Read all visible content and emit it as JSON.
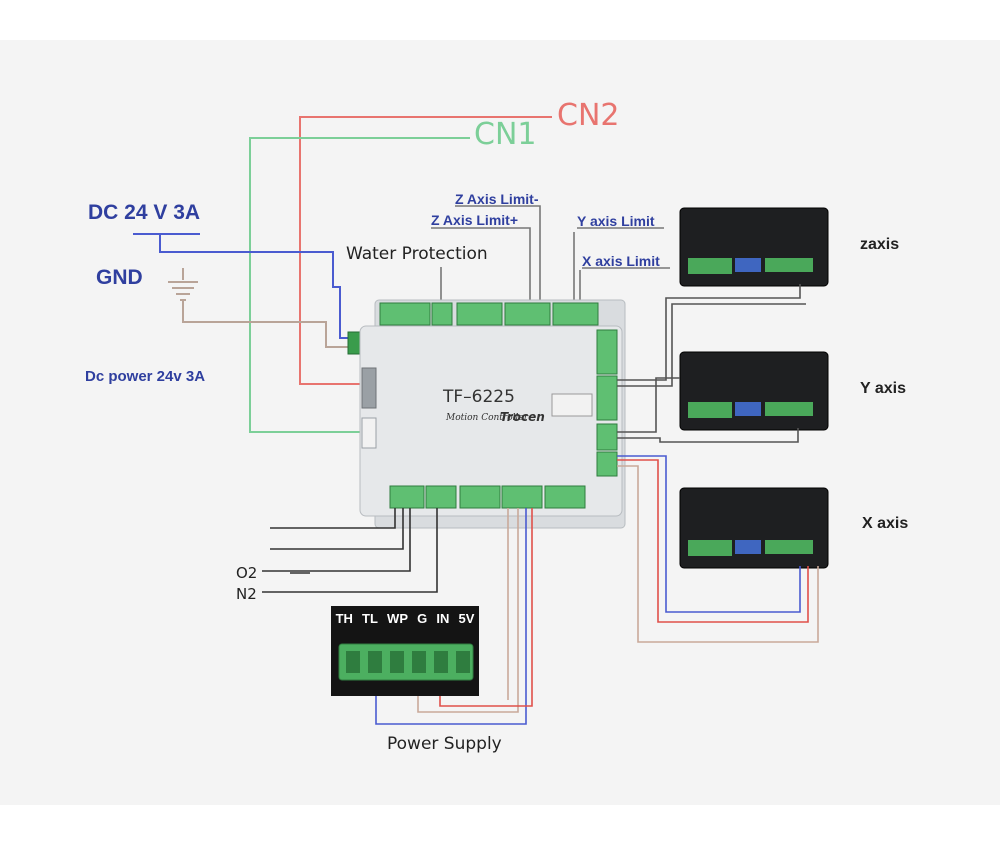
{
  "labels": {
    "cn2": "CN2",
    "cn1": "CN1",
    "dc_supply": "DC 24 V 3A",
    "gnd": "GND",
    "dc_power": "Dc power 24v 3A",
    "z_limit_minus": "Z Axis Limit-",
    "z_limit_plus": "Z Axis Limit+",
    "y_limit": "Y axis Limit",
    "x_limit": "X axis Limit",
    "water_protection": "Water Protection",
    "z_axis": "zaxis",
    "y_axis": "Y axis",
    "x_axis": "X axis",
    "o2": "O2",
    "n2": "N2",
    "power_supply": "Power Supply"
  },
  "controller": {
    "model": "TF–6225",
    "subtitle": "Motion Controller",
    "brand": "Trocen"
  },
  "power_terminal_pins": [
    "TH",
    "TL",
    "WP",
    "G",
    "IN",
    "5V"
  ],
  "colors": {
    "cn2_wire": "#e8746f",
    "cn1_wire": "#7ccf98",
    "blue_wire": "#4a5bd0",
    "red_wire": "#e0504a",
    "tan_wire": "#c9a99a",
    "dark_wire": "#555555",
    "label_blue": "#2f3f9f",
    "terminal_green": "#4caf60"
  }
}
